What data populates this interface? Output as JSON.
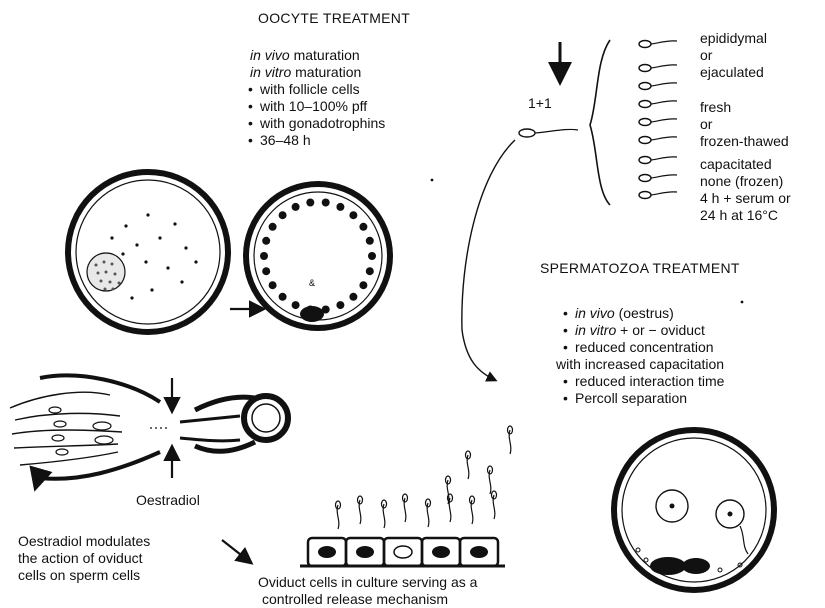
{
  "oocyte": {
    "title": "OOCYTE TREATMENT",
    "line1_italic": "in vivo",
    "line1_rest": " maturation",
    "line2_italic": "in vitro",
    "line2_rest": " maturation",
    "bullets": [
      "with follicle cells",
      "with 10–100% pff",
      "with gonadotrophins",
      "36–48 h"
    ]
  },
  "ratio_label": "1+1",
  "sperm_origin": {
    "group1": [
      "epididymal",
      "or",
      "ejaculated"
    ],
    "group2": [
      "fresh",
      "or",
      "frozen-thawed"
    ],
    "group3": [
      "capacitated",
      "none (frozen)",
      "4 h + serum or",
      "24 h at 16°C"
    ]
  },
  "sperm_treatment": {
    "title": "SPERMATOZOA TREATMENT",
    "b1_italic": "in vivo",
    "b1_rest": " (oestrus)",
    "b2_italic": "in vitro",
    "b2_rest": " + or − oviduct",
    "b3": "reduced concentration",
    "b3_cont": "with increased capacitation",
    "b4": "reduced interaction time",
    "b5": "Percoll separation"
  },
  "oestradiol_label": "Oestradiol",
  "modulates": [
    "Oestradiol modulates",
    "the action of oviduct",
    "cells on sperm cells"
  ],
  "culture_caption": [
    "Oviduct cells in culture serving as a",
    "controlled release mechanism"
  ],
  "colors": {
    "ink": "#111111",
    "background": "#ffffff"
  },
  "icons": [
    "oocyte-dish-icon",
    "matured-oocyte-icon",
    "oviduct-scissors-icon",
    "sperm-icon",
    "fertilization-dish-icon"
  ]
}
